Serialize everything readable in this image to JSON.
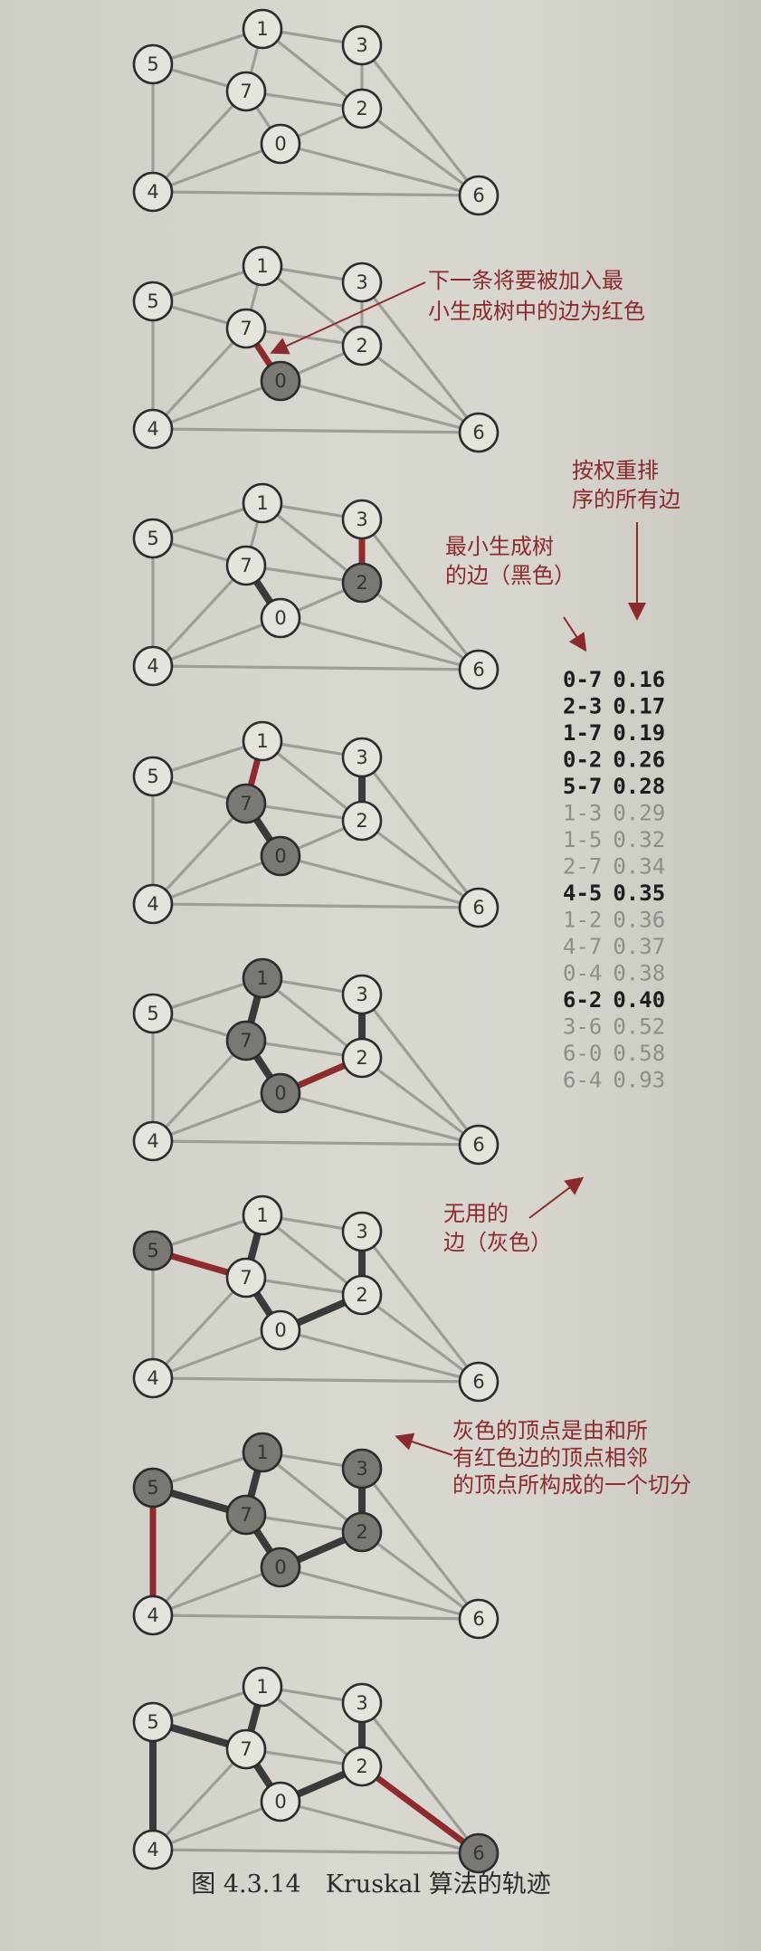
{
  "colors": {
    "edge_gray": "#9f9d98",
    "edge_black": "#3a3a3a",
    "edge_red": "#8e2b2f",
    "node_fill_light": "#e6e3dd",
    "node_fill_gray": "#7b7874",
    "annotation_red": "#8a2a2e",
    "list_black": "#1e1e1e",
    "list_gray": "#8f8d89"
  },
  "graph": {
    "nodes": [
      "5",
      "1",
      "7",
      "3",
      "2",
      "0",
      "4",
      "6"
    ],
    "edges": [
      [
        "5",
        "1"
      ],
      [
        "1",
        "3"
      ],
      [
        "5",
        "7"
      ],
      [
        "1",
        "7"
      ],
      [
        "1",
        "2"
      ],
      [
        "7",
        "2"
      ],
      [
        "3",
        "2"
      ],
      [
        "7",
        "0"
      ],
      [
        "0",
        "2"
      ],
      [
        "5",
        "4"
      ],
      [
        "4",
        "7"
      ],
      [
        "4",
        "0"
      ],
      [
        "4",
        "6"
      ],
      [
        "0",
        "6"
      ],
      [
        "2",
        "6"
      ],
      [
        "3",
        "6"
      ],
      [
        "1",
        "5"
      ]
    ]
  },
  "panels": [
    {
      "black_edges": [],
      "red_edges": [],
      "gray_nodes": []
    },
    {
      "black_edges": [],
      "red_edges": [
        [
          "7",
          "0"
        ]
      ],
      "gray_nodes": [
        "0"
      ]
    },
    {
      "black_edges": [
        [
          "7",
          "0"
        ]
      ],
      "red_edges": [
        [
          "3",
          "2"
        ]
      ],
      "gray_nodes": [
        "2"
      ]
    },
    {
      "black_edges": [
        [
          "7",
          "0"
        ],
        [
          "3",
          "2"
        ]
      ],
      "red_edges": [
        [
          "1",
          "7"
        ]
      ],
      "gray_nodes": [
        "7",
        "0"
      ]
    },
    {
      "black_edges": [
        [
          "7",
          "0"
        ],
        [
          "3",
          "2"
        ],
        [
          "1",
          "7"
        ]
      ],
      "red_edges": [
        [
          "0",
          "2"
        ]
      ],
      "gray_nodes": [
        "1",
        "7",
        "0"
      ]
    },
    {
      "black_edges": [
        [
          "7",
          "0"
        ],
        [
          "3",
          "2"
        ],
        [
          "1",
          "7"
        ],
        [
          "0",
          "2"
        ]
      ],
      "red_edges": [
        [
          "5",
          "7"
        ]
      ],
      "gray_nodes": [
        "5"
      ]
    },
    {
      "black_edges": [
        [
          "7",
          "0"
        ],
        [
          "3",
          "2"
        ],
        [
          "1",
          "7"
        ],
        [
          "0",
          "2"
        ],
        [
          "5",
          "7"
        ]
      ],
      "red_edges": [
        [
          "5",
          "4"
        ]
      ],
      "gray_nodes": [
        "5",
        "1",
        "7",
        "3",
        "2",
        "0"
      ]
    },
    {
      "black_edges": [
        [
          "7",
          "0"
        ],
        [
          "3",
          "2"
        ],
        [
          "1",
          "7"
        ],
        [
          "0",
          "2"
        ],
        [
          "5",
          "7"
        ],
        [
          "5",
          "4"
        ]
      ],
      "red_edges": [
        [
          "2",
          "6"
        ]
      ],
      "gray_nodes": [
        "6"
      ]
    }
  ],
  "annotations": {
    "next_edge": [
      "下一条将要被加入最",
      "小生成树中的边为红色"
    ],
    "sorted_edges": [
      "按权重排",
      "序的所有边"
    ],
    "mst_edges": [
      "最小生成树",
      "的边（黑色）"
    ],
    "useless_edges": [
      "无用的",
      "边（灰色）"
    ],
    "cut": [
      "灰色的顶点是由和所",
      "有红色边的顶点相邻",
      "的顶点所构成的一个切分"
    ]
  },
  "edge_list": [
    {
      "edge": "0-7",
      "weight": "0.16",
      "in_mst": true
    },
    {
      "edge": "2-3",
      "weight": "0.17",
      "in_mst": true
    },
    {
      "edge": "1-7",
      "weight": "0.19",
      "in_mst": true
    },
    {
      "edge": "0-2",
      "weight": "0.26",
      "in_mst": true
    },
    {
      "edge": "5-7",
      "weight": "0.28",
      "in_mst": true
    },
    {
      "edge": "1-3",
      "weight": "0.29",
      "in_mst": false
    },
    {
      "edge": "1-5",
      "weight": "0.32",
      "in_mst": false
    },
    {
      "edge": "2-7",
      "weight": "0.34",
      "in_mst": false
    },
    {
      "edge": "4-5",
      "weight": "0.35",
      "in_mst": true
    },
    {
      "edge": "1-2",
      "weight": "0.36",
      "in_mst": false
    },
    {
      "edge": "4-7",
      "weight": "0.37",
      "in_mst": false
    },
    {
      "edge": "0-4",
      "weight": "0.38",
      "in_mst": false
    },
    {
      "edge": "6-2",
      "weight": "0.40",
      "in_mst": true
    },
    {
      "edge": "3-6",
      "weight": "0.52",
      "in_mst": false
    },
    {
      "edge": "6-0",
      "weight": "0.58",
      "in_mst": false
    },
    {
      "edge": "6-4",
      "weight": "0.93",
      "in_mst": false
    }
  ],
  "caption": "图 4.3.14　Kruskal 算法的轨迹"
}
